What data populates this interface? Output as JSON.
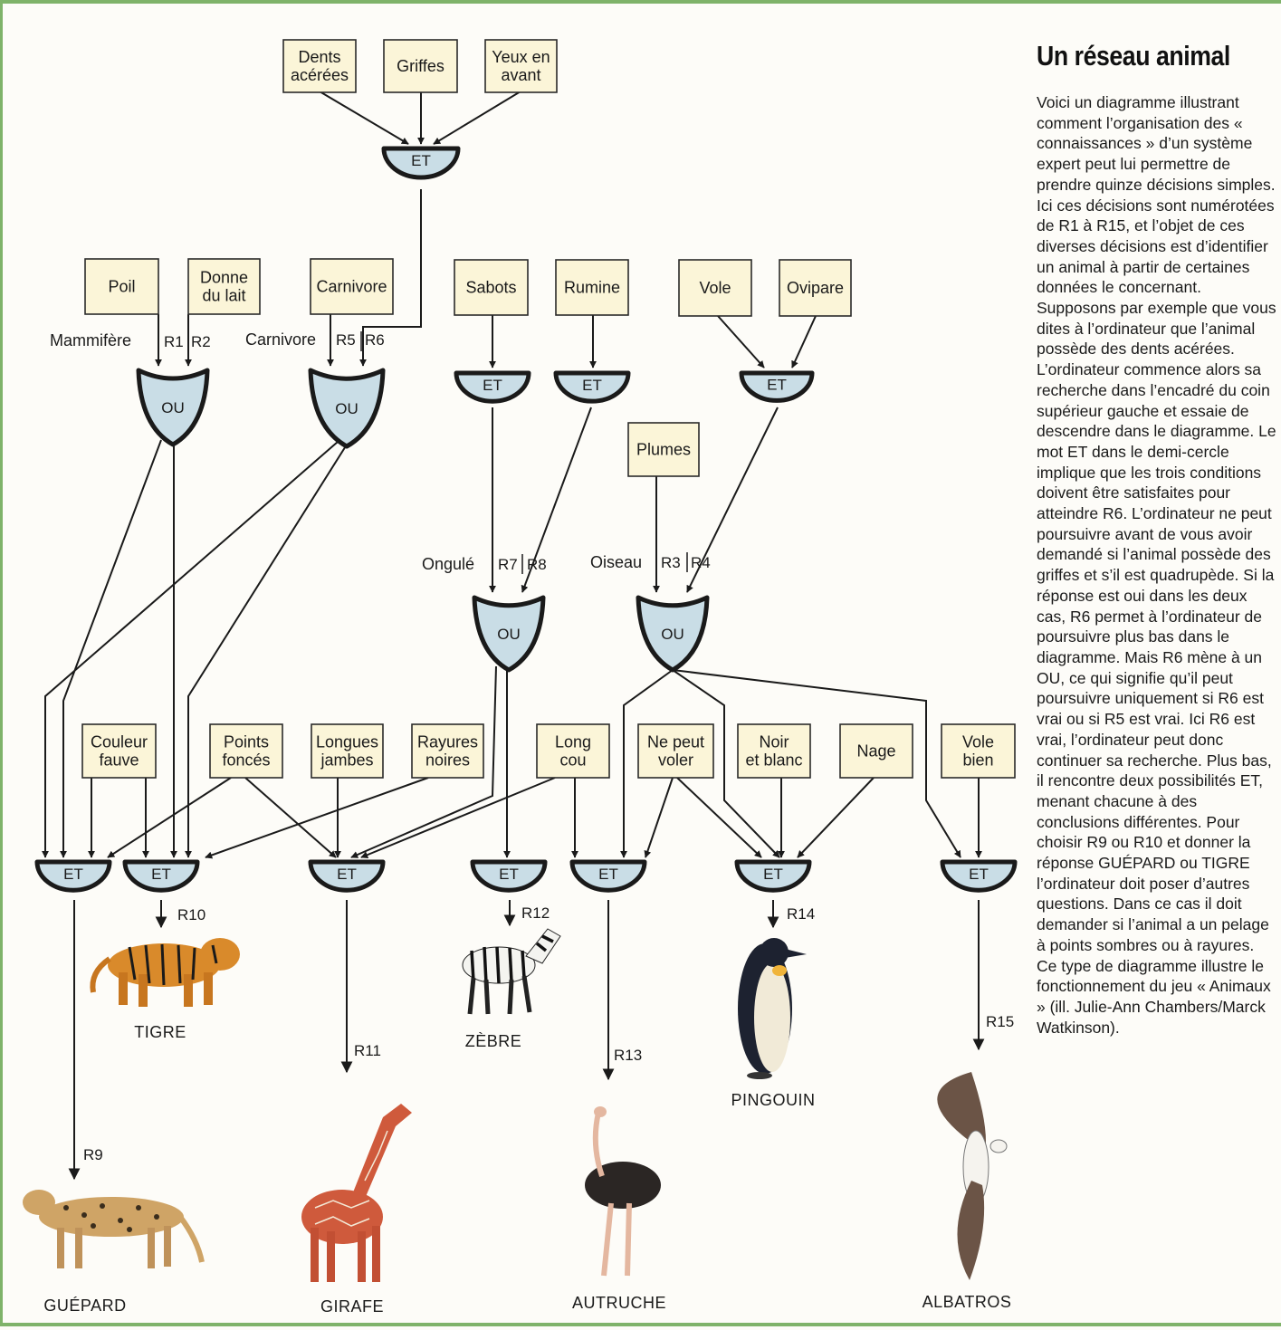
{
  "title": "Un réseau animal",
  "body_text": "Voici un diagramme illustrant comment l’organisation des « connaissances » d’un système expert peut lui permettre de prendre quinze décisions simples. Ici ces décisions sont numérotées de R1 à R15, et l’objet de ces diverses décisions est d’identifier un animal à partir de certaines données le concernant. Supposons par exemple que vous dites à l’ordinateur que l’animal possède des dents acérées. L’ordinateur commence alors sa recherche dans l’encadré du coin supérieur gauche et essaie de descendre dans le diagramme. Le mot ET dans le demi-cercle implique que les trois conditions doivent être satisfaites pour atteindre R6. L’ordinateur ne peut poursuivre avant de vous avoir demandé si l’animal possède des griffes et s’il est quadrupède. Si la réponse est oui dans les deux cas, R6 permet à l’ordinateur de poursuivre plus bas dans le diagramme. Mais R6 mène à un OU, ce qui signifie qu’il peut poursuivre uniquement si R6 est vrai ou si R5 est vrai. Ici R6 est vrai, l’ordinateur peut donc continuer sa recherche. Plus bas, il rencontre deux possibilités ET, menant chacune à des conclusions différentes. Pour choisir R9 ou R10 et donner la réponse GUÉPARD ou TIGRE l’ordinateur doit poser d’autres questions. Dans ce cas il doit demander si l’animal a un pelage à points sombres ou à rayures. Ce type de diagramme illustre le fonctionnement du jeu « Animaux » (ill. Julie-Ann Chambers/Marck Watkinson).",
  "boxes": {
    "dents": [
      "Dents",
      "acérées"
    ],
    "griffes": [
      "Griffes"
    ],
    "yeux": [
      "Yeux en",
      "avant"
    ],
    "poil": [
      "Poil"
    ],
    "lait": [
      "Donne",
      "du lait"
    ],
    "carnivore": [
      "Carnivore"
    ],
    "sabots": [
      "Sabots"
    ],
    "rumine": [
      "Rumine"
    ],
    "vole": [
      "Vole"
    ],
    "ovipare": [
      "Ovipare"
    ],
    "plumes": [
      "Plumes"
    ],
    "fauve": [
      "Couleur",
      "fauve"
    ],
    "points": [
      "Points",
      "foncés"
    ],
    "jambes": [
      "Longues",
      "jambes"
    ],
    "rayures": [
      "Rayures",
      "noires"
    ],
    "longcou": [
      "Long",
      "cou"
    ],
    "nepeut": [
      "Ne peut",
      "voler"
    ],
    "noir": [
      "Noir",
      "et blanc"
    ],
    "nage": [
      "Nage"
    ],
    "volebien": [
      "Vole",
      "bien"
    ]
  },
  "gates": {
    "and_label": "ET",
    "or_label": "OU"
  },
  "labels": {
    "mammifere": "Mammifère",
    "carnivore": "Carnivore",
    "ongule": "Ongulé",
    "oiseau": "Oiseau"
  },
  "rules": [
    "R1",
    "R2",
    "R3",
    "R4",
    "R5",
    "R6",
    "R7",
    "R8",
    "R9",
    "R10",
    "R11",
    "R12",
    "R13",
    "R14",
    "R15"
  ],
  "animals": {
    "tigre": "TIGRE",
    "zebre": "ZÈBRE",
    "pingouin": "PINGOUIN",
    "guepard": "GUÉPARD",
    "girafe": "GIRAFE",
    "autruche": "AUTRUCHE",
    "albatros": "ALBATROS"
  },
  "colors": {
    "box_fill": "#fbf5d8",
    "gate_fill": "#c9dde6",
    "frame": "#7fb36a"
  }
}
